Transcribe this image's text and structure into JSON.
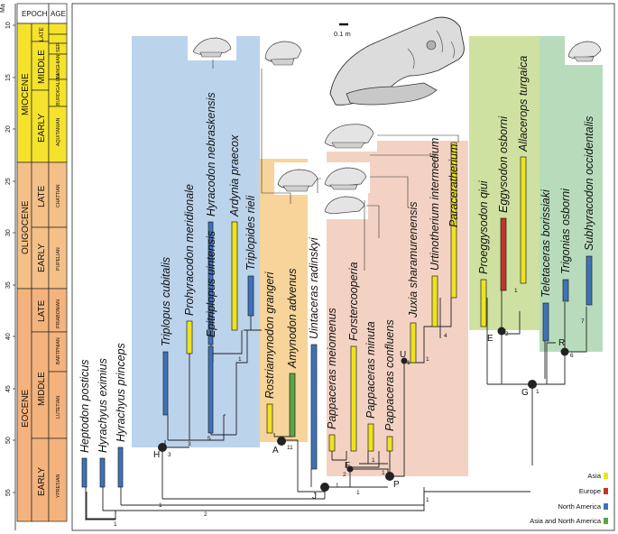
{
  "timescale": {
    "unit": "Ma",
    "ticks": [
      "10",
      "15",
      "20",
      "25",
      "30",
      "35",
      "40",
      "45",
      "50",
      "55"
    ],
    "epoch_header": "EPOCH",
    "age_header": "AGE",
    "epochs": [
      {
        "name": "MIOCENE",
        "color": "#f5e22c"
      },
      {
        "name": "OLIGOCENE",
        "color": "#f4c087"
      },
      {
        "name": "EOCENE",
        "color": "#f4b37d"
      }
    ],
    "subepochs": {
      "miocene_late": "LATE",
      "miocene_middle": "MIDDLE",
      "miocene_early": "EARLY",
      "oligocene_late": "LATE",
      "oligocene_early": "EARLY",
      "eocene_late": "LATE",
      "eocene_middle": "MIDDLE",
      "eocene_early": "EARLY"
    },
    "stages": {
      "ser": "SER",
      "langhian": "LANGHIAN",
      "burdigalian": "BURDIGALIAN",
      "aquitanian": "AQUITANIAN",
      "chattian": "CHATTIAN",
      "rupelian": "PUPELIAN",
      "priabonian": "PRIABONIAN",
      "bartonian": "BARTPNIAN",
      "lutetian": "LUTETIAN",
      "ypresian": "YPRESIAN"
    }
  },
  "scale_bar": "0.1 m",
  "taxa": {
    "heptodon": "Heptodon posticus",
    "hyrachyus_eximius": "Hyrachyus eximius",
    "hyrachyus_princeps": "Hyrachyus princeps",
    "triplopus": "Triplopus cubitalis",
    "prohyracodon": "Prohyracodon meridionale",
    "epitriplopus": "Epitriplopus uintensis",
    "hyracodon": "Hyracodon nebraskensis",
    "ardynia": "Ardynia praecox",
    "triplopides": "Triplopides rieli",
    "rostriamynodon": "Rostriamynodon grangeri",
    "amynodon": "Amynodon advenus",
    "uintaceras": "Uintaceras radinskyi",
    "pappaceras_meiomenus": "Pappaceras meiomenus",
    "forstercooperia": "Forstercooperia",
    "pappaceras_minuta": "Pappaceras minuta",
    "pappaceras_confluens": "Pappaceras confluens",
    "juxia": "Juxia sharamurenensis",
    "urtinotherium": "Urtinotherium intermedium",
    "paraceratherium": "Paraceratherium",
    "proeggysodon": "Proeggysodon qiui",
    "eggysodon": "Eggysodon osborni",
    "allacerops": "Allacerops turgaica",
    "teletaceras": "Teletaceras borissiaki",
    "trigonias": "Trigonias osborni",
    "subhyracodon": "Subhyracodon occidentalis"
  },
  "node_labels": {
    "H": "H",
    "A": "A",
    "F": "F",
    "J": "J",
    "P": "P",
    "U": "U",
    "E": "E",
    "G": "G",
    "R": "R"
  },
  "support_values": {
    "s_i": "1",
    "s_2": "2",
    "s_1a": "1",
    "s_1b": "1",
    "s_1c": "1",
    "s_1d": "1",
    "s_3a": "3",
    "s_3b": "3",
    "s_5": "5",
    "s_1e": "1",
    "s_11": "11",
    "s_2b": "2",
    "s_1f": "1",
    "s_1g": "1",
    "s_1h": "1",
    "s_1i": "1",
    "s_4": "4",
    "s_1j": "1",
    "s_2c": "2",
    "s_1k": "1",
    "s_6": "6",
    "s_7": "7"
  },
  "legend": [
    {
      "label": "Asia",
      "color": "#eee31e"
    },
    {
      "label": "Europe",
      "color": "#c5342a"
    },
    {
      "label": "North America",
      "color": "#3f72b8"
    },
    {
      "label": "Asia and North America",
      "color": "#5aa544"
    }
  ],
  "colors": {
    "group_blue": "#bcd3ec",
    "group_orange": "#f7d49a",
    "group_pink": "#f3d2c4",
    "group_green_light": "#cfe1a0",
    "group_green": "#b8dcbb",
    "bar_asia": "#eee31e",
    "bar_europe": "#c5342a",
    "bar_na": "#3f72b8",
    "bar_asia_na": "#5aa544"
  },
  "skull_icons": [
    "skull-hyracodon",
    "skull-amynodon",
    "skull-paraceratherium",
    "skull-urtinotherium",
    "skull-forstercooperia",
    "skull-juxia",
    "skull-pappaceras",
    "skull-trigonias"
  ]
}
